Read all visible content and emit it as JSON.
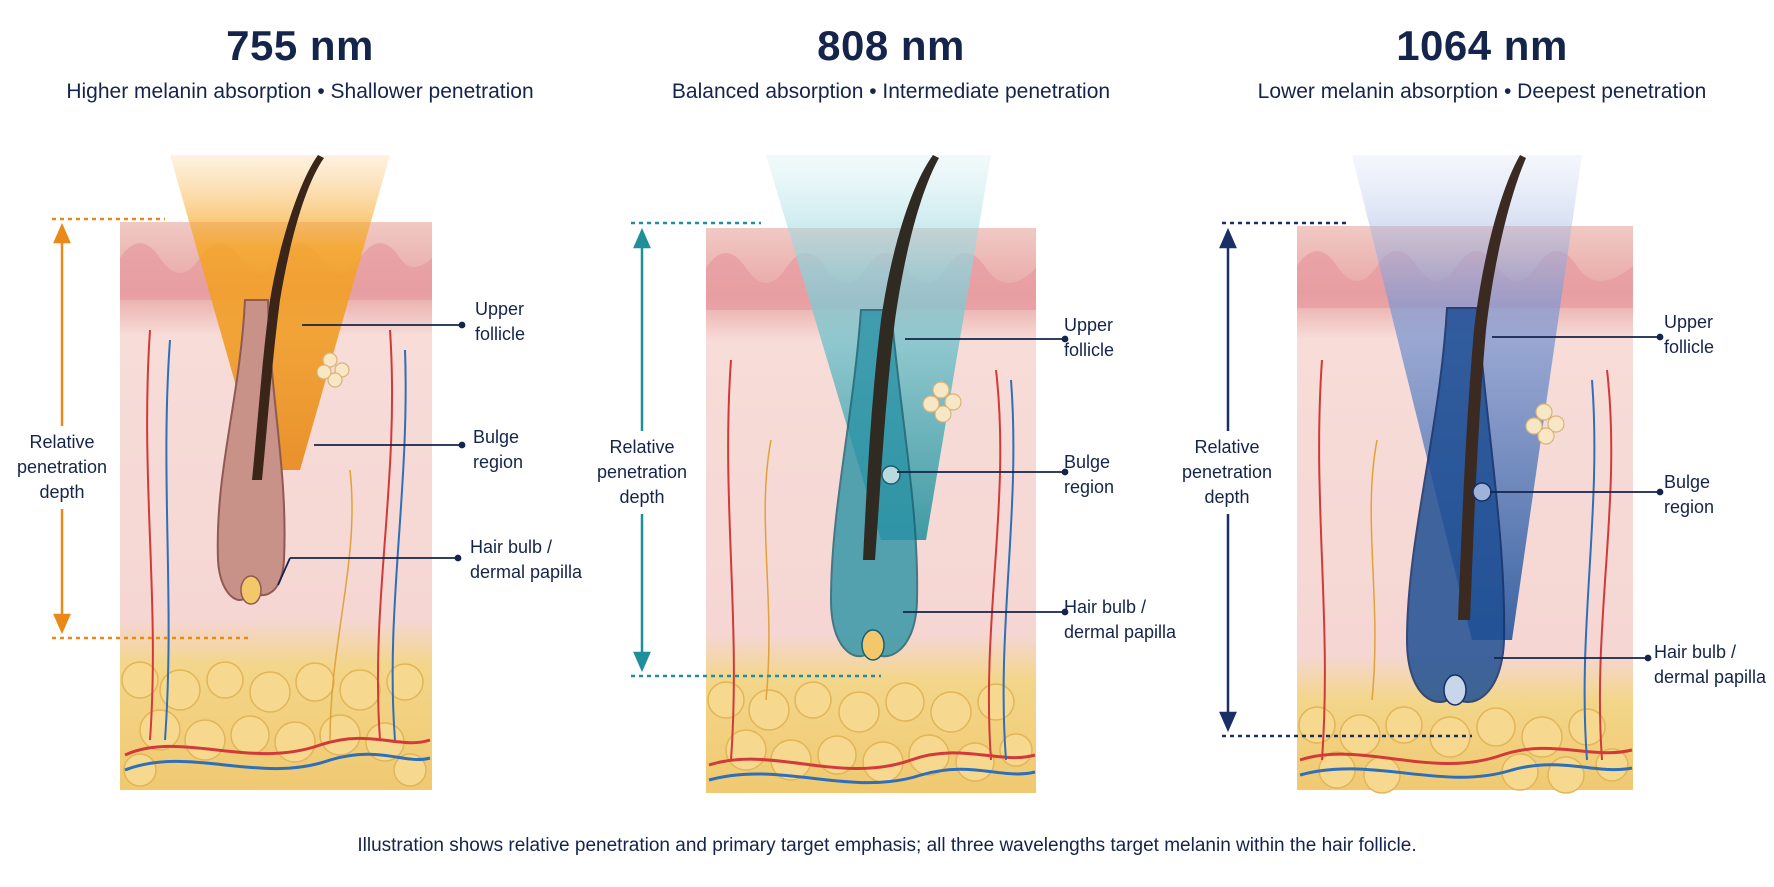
{
  "panels": [
    {
      "wavelength": "755 nm",
      "subtitle": "Higher melanin absorption • Shallower penetration",
      "accent": "#e8891a",
      "beam": "#f5a623",
      "depth_label": [
        "Relative",
        "penetration",
        "depth"
      ],
      "labels": {
        "upper": [
          "Upper",
          "follicle"
        ],
        "bulge": [
          "Bulge",
          "region"
        ],
        "bulb": [
          "Hair bulb /",
          "dermal papilla"
        ]
      }
    },
    {
      "wavelength": "808 nm",
      "subtitle": "Balanced absorption • Intermediate penetration",
      "accent": "#1f8f9a",
      "beam": "#8fd3dc",
      "depth_label": [
        "Relative",
        "penetration",
        "depth"
      ],
      "labels": {
        "upper": [
          "Upper",
          "follicle"
        ],
        "bulge": [
          "Bulge",
          "region"
        ],
        "bulb": [
          "Hair bulb /",
          "dermal papilla"
        ]
      }
    },
    {
      "wavelength": "1064 nm",
      "subtitle": "Lower melanin absorption • Deepest penetration",
      "accent": "#1a2f66",
      "beam": "#7f9bd6",
      "depth_label": [
        "Relative",
        "penetration",
        "depth"
      ],
      "labels": {
        "upper": [
          "Upper",
          "follicle"
        ],
        "bulge": [
          "Bulge",
          "region"
        ],
        "bulb": [
          "Hair bulb /",
          "dermal papilla"
        ]
      }
    }
  ],
  "footer": "Illustration shows relative penetration and primary target emphasis; all three wavelengths target melanin within the hair follicle."
}
